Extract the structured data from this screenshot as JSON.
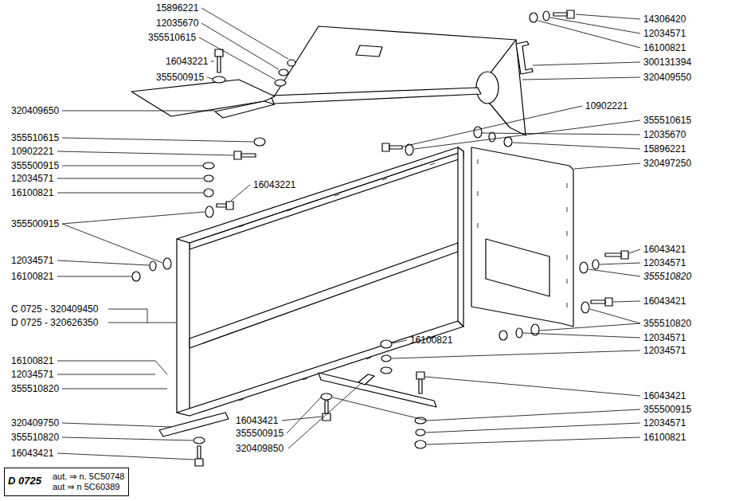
{
  "diagram": {
    "nodes": [
      {
        "text": [
          "D 0725",
          "aut. ⇒ n. 5C50748",
          "aut ⇒ n 5C60389"
        ]
      }
    ],
    "labels": [
      "15896221",
      "12035670",
      "355510615",
      "16043221",
      "355500915",
      "320409650",
      "355510615",
      "10902221",
      "355500915",
      "12034571",
      "16100821",
      "16043221",
      "355500915",
      "12034571",
      "16100821",
      "C 0725 - 320409450",
      "D 0725 - 320626350",
      "16100821",
      "12034571",
      "355510820",
      "320409750",
      "355510820",
      "16043421",
      "14306420",
      "12034571",
      "16100821",
      "300131394",
      "320409550",
      "10902221",
      "355510615",
      "12035670",
      "15896221",
      "320497250",
      "16043421",
      "12034571",
      "355510820",
      "16043421",
      "355510820",
      "16100821",
      "12034571",
      "12034571",
      "16043421",
      "355500915",
      "12034571",
      "16100821",
      "16043421",
      "355500915",
      "320409850"
    ]
  }
}
